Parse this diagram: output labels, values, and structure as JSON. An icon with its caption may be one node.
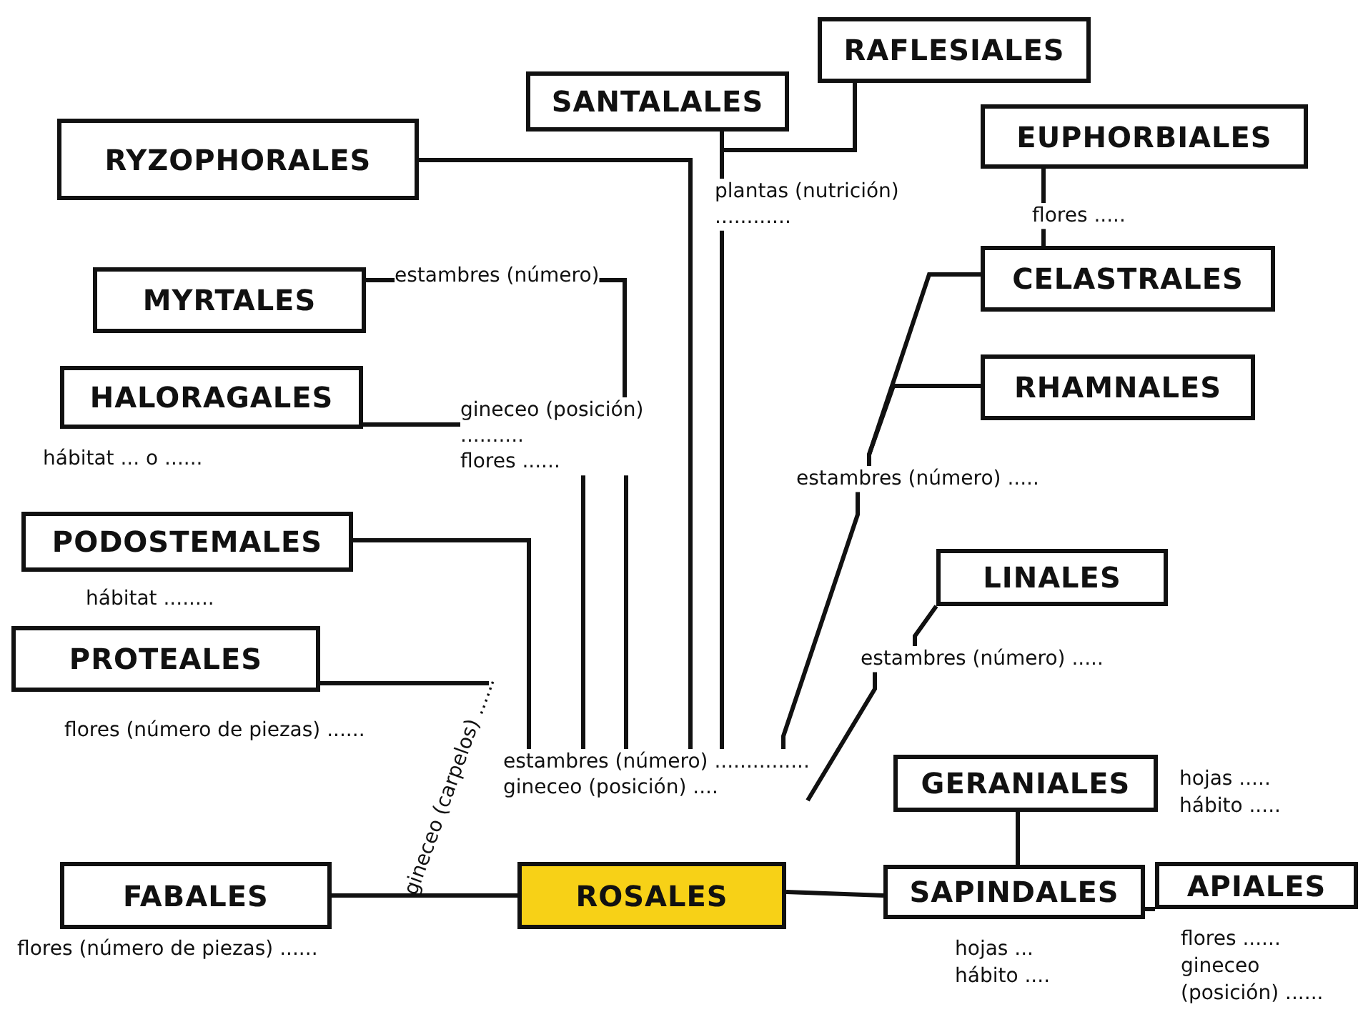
{
  "diagram": {
    "nodes": [
      {
        "text": [
          "SANTALALES"
        ]
      },
      {
        "text": [
          "RAFLESIALES"
        ]
      },
      {
        "text": [
          "RYZOPHORALES"
        ]
      },
      {
        "text": [
          "EUPHORBIALES"
        ]
      },
      {
        "text": [
          "MYRTALES"
        ]
      },
      {
        "text": [
          "CELASTRALES"
        ]
      },
      {
        "text": [
          "HALORAGALES"
        ],
        "beside": [
          "hábitat ... o ......"
        ]
      },
      {
        "text": [
          "RHAMNALES"
        ]
      },
      {
        "text": [
          "PODOSTEMALES"
        ],
        "beside": [
          "hábitat ........"
        ]
      },
      {
        "text": [
          "LINALES"
        ]
      },
      {
        "text": [
          "PROTEALES"
        ],
        "beside": [
          "flores (número de piezas) ......"
        ]
      },
      {
        "text": [
          "GERANIALES"
        ],
        "beside": [
          "hojas .....",
          "hábito ....."
        ]
      },
      {
        "text": [
          "FABALES"
        ],
        "beside": [
          "flores (número de piezas) ......"
        ]
      },
      {
        "text": [
          "ROSALES"
        ]
      },
      {
        "text": [
          "SAPINDALES"
        ],
        "beside": [
          "hojas ...",
          "hábito ...."
        ]
      },
      {
        "text": [
          "APIALES"
        ],
        "beside": [
          "flores ......",
          "gineceo (posición) ......"
        ]
      },
      {
        "text": [
          "plantas (nutrición)",
          "............"
        ]
      },
      {
        "text": [
          "estambres (número)"
        ]
      },
      {
        "text": [
          "gineceo (posición)",
          "..........",
          "flores ......"
        ]
      },
      {
        "text": [
          "flores ....."
        ]
      },
      {
        "text": [
          "estambres (número) ....."
        ]
      },
      {
        "text": [
          "estambres (número) ....."
        ]
      },
      {
        "text": [
          "estambres (número) ...............",
          "gineceo (posición) ...."
        ]
      },
      {
        "text": [
          "gineceo (carpelos) ......"
        ]
      }
    ],
    "edges": [
      {
        "from": 2,
        "to": 22,
        "arrow": "none"
      },
      {
        "from": 0,
        "to": 16,
        "arrow": "none"
      },
      {
        "from": 1,
        "to": 16,
        "arrow": "none"
      },
      {
        "from": 16,
        "to": 22,
        "arrow": "none"
      },
      {
        "from": 4,
        "to": 17,
        "arrow": "none"
      },
      {
        "from": 17,
        "to": 18,
        "arrow": "none"
      },
      {
        "from": 6,
        "to": 18,
        "arrow": "none"
      },
      {
        "from": 18,
        "to": 22,
        "arrow": "none"
      },
      {
        "from": 18,
        "to": 22,
        "arrow": "none"
      },
      {
        "from": 8,
        "to": 22,
        "arrow": "none"
      },
      {
        "from": 3,
        "to": 19,
        "arrow": "none"
      },
      {
        "from": 19,
        "to": 5,
        "arrow": "none"
      },
      {
        "from": 5,
        "to": 20,
        "arrow": "none"
      },
      {
        "from": 7,
        "to": 20,
        "arrow": "none"
      },
      {
        "from": 20,
        "to": 22,
        "arrow": "none"
      },
      {
        "from": 9,
        "to": 21,
        "arrow": "none"
      },
      {
        "from": 21,
        "to": 22,
        "arrow": "none"
      },
      {
        "from": 10,
        "to": 23,
        "arrow": "none"
      },
      {
        "from": 12,
        "to": 13,
        "arrow": "none"
      },
      {
        "from": 13,
        "to": 14,
        "arrow": "none"
      },
      {
        "from": 11,
        "to": 14,
        "arrow": "none"
      },
      {
        "from": 14,
        "to": 15,
        "arrow": "none"
      }
    ]
  }
}
